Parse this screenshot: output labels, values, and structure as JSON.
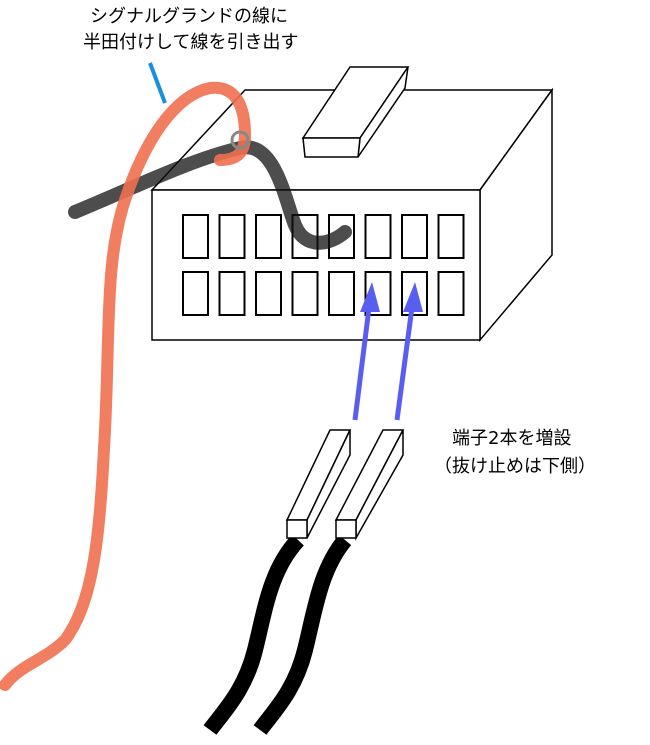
{
  "annotations": {
    "solder_note_line1": "シグナルグランドの線に",
    "solder_note_line2": "半田付けして線を引き出す",
    "terminal_note_line1": "端子2本を増設",
    "terminal_note_line2": "（抜け止めは下側）"
  },
  "colors": {
    "red_wire": "#f0704f",
    "black_wire": "#111111",
    "arrow": "#5a5ef0",
    "leader": "#1a8fe0"
  }
}
